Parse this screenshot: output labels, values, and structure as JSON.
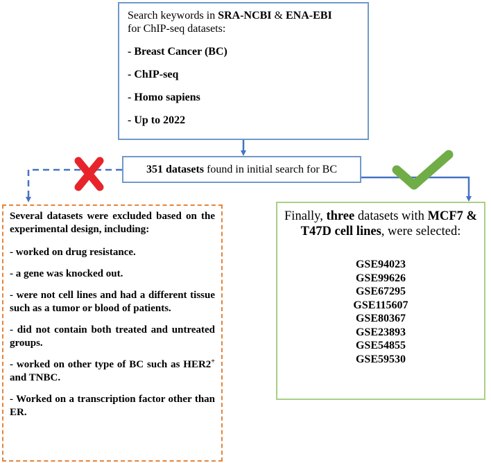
{
  "search_box": {
    "intro_1": "Search keywords in ",
    "db1": "SRA-NCBI",
    "amp": " & ",
    "db2": "ENA-EBI",
    "intro_2": "for ChIP-seq datasets:",
    "keywords": [
      "- Breast Cancer (BC)",
      "- ChIP-seq",
      "- Homo sapiens",
      "- Up to 2022"
    ]
  },
  "found_box": {
    "count": "351 datasets",
    "text": " found in initial search for BC"
  },
  "excluded_box": {
    "intro": "Several datasets were excluded based on the experimental design, including:",
    "reasons": [
      "- worked on drug resistance.",
      "- a gene was knocked out.",
      "- were not cell lines and had a different tissue such as a tumor or blood of patients.",
      "- did not contain both treated and untreated groups.",
      "- worked on other type of BC such as HER2",
      "- Worked on a transcription factor other than ER."
    ],
    "her2_sup": "+",
    "her2_tail": " and TNBC."
  },
  "selected_box": {
    "t1": "Finally, ",
    "t2": "three",
    "t3": " datasets with ",
    "t4": "MCF7 & T47D cell lines",
    "t5": ", were selected:",
    "datasets": [
      "GSE94023",
      "GSE99626",
      "GSE67295",
      "GSE115607",
      "GSE80367",
      "GSE23893",
      "GSE54855",
      "GSE59530"
    ]
  },
  "colors": {
    "blue_border": "#6f98c9",
    "arrow_blue": "#4472c4",
    "orange_dashed": "#e3843b",
    "green_border": "#a8cf85",
    "check_green": "#70ad47",
    "cross_red": "#e8242b"
  },
  "icons": {
    "reject": "red-cross-icon",
    "accept": "green-check-icon"
  }
}
